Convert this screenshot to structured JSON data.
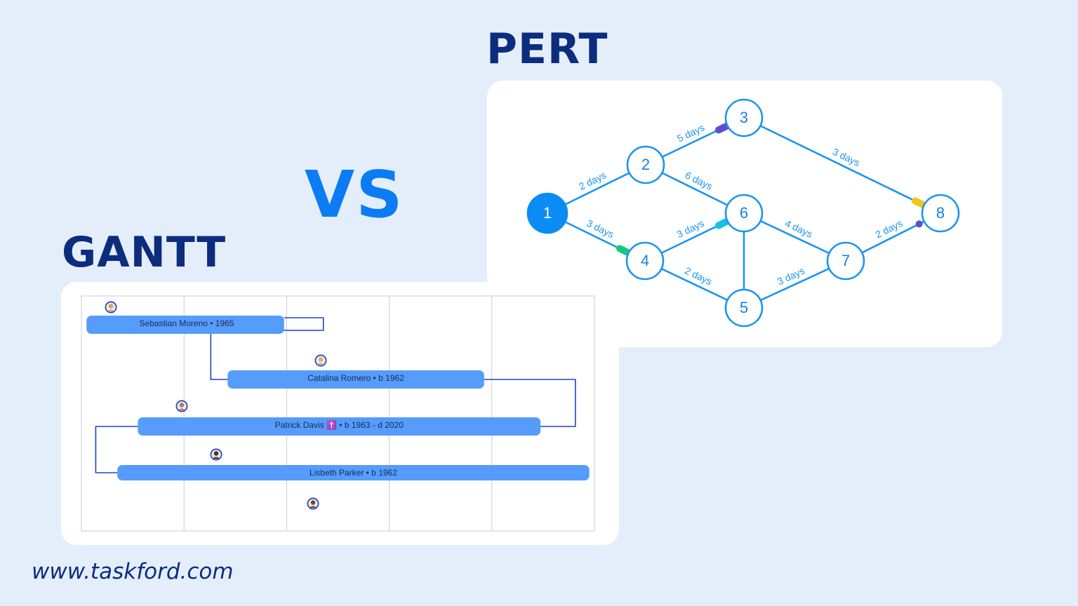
{
  "titles": {
    "pert": "PERT",
    "vs": "VS",
    "gantt": "GANTT"
  },
  "footer": {
    "url": "www.taskford.com"
  },
  "colors": {
    "accent": "#1a95f0",
    "dark_navy": "#0c2d7e",
    "vs_blue": "#0b7cf4",
    "bar": "#559cfc",
    "connector": "#1e44c8",
    "background": "#e4eefb"
  },
  "pert": {
    "nodes": [
      {
        "id": "1",
        "label": "1",
        "filled": true
      },
      {
        "id": "2",
        "label": "2"
      },
      {
        "id": "3",
        "label": "3"
      },
      {
        "id": "4",
        "label": "4"
      },
      {
        "id": "5",
        "label": "5"
      },
      {
        "id": "6",
        "label": "6"
      },
      {
        "id": "7",
        "label": "7"
      },
      {
        "id": "8",
        "label": "8"
      }
    ],
    "edges": [
      {
        "from": "1",
        "to": "2",
        "label": "2 days"
      },
      {
        "from": "1",
        "to": "4",
        "label": "3 days",
        "marker": "#16c784"
      },
      {
        "from": "2",
        "to": "3",
        "label": "5 days",
        "marker": "#5b4fcf"
      },
      {
        "from": "2",
        "to": "6",
        "label": "6 days"
      },
      {
        "from": "3",
        "to": "8",
        "label": "3 days",
        "marker": "#f5c518"
      },
      {
        "from": "4",
        "to": "6",
        "label": "3 days",
        "marker": "#13c2e6"
      },
      {
        "from": "4",
        "to": "5",
        "label": "2 days"
      },
      {
        "from": "6",
        "to": "7",
        "label": "4 days"
      },
      {
        "from": "6",
        "to": "5",
        "label": ""
      },
      {
        "from": "5",
        "to": "7",
        "label": "3 days"
      },
      {
        "from": "7",
        "to": "8",
        "label": "2 days",
        "marker": "#5b4fcf"
      }
    ]
  },
  "gantt": {
    "bars": [
      {
        "label": "Sebastian Moreno • 1965",
        "start": 0.01,
        "end": 0.395
      },
      {
        "label": "Catalina Romero • b 1962",
        "start": 0.285,
        "end": 0.785
      },
      {
        "label": "Patrick Davis ✝️ • b 1963 - d 2020",
        "start": 0.11,
        "end": 0.895
      },
      {
        "label": "Lisbeth Parker • b 1962",
        "start": 0.07,
        "end": 0.99
      }
    ],
    "avatars": [
      {
        "name": "sebastian-avatar",
        "color": "#c9a27a"
      },
      {
        "name": "catalina-avatar",
        "color": "#d9b08c"
      },
      {
        "name": "patrick-avatar",
        "color": "#b07a5a"
      },
      {
        "name": "lisbeth-avatar",
        "color": "#4a2f22"
      },
      {
        "name": "extra-avatar",
        "color": "#6b4b3a"
      }
    ]
  }
}
